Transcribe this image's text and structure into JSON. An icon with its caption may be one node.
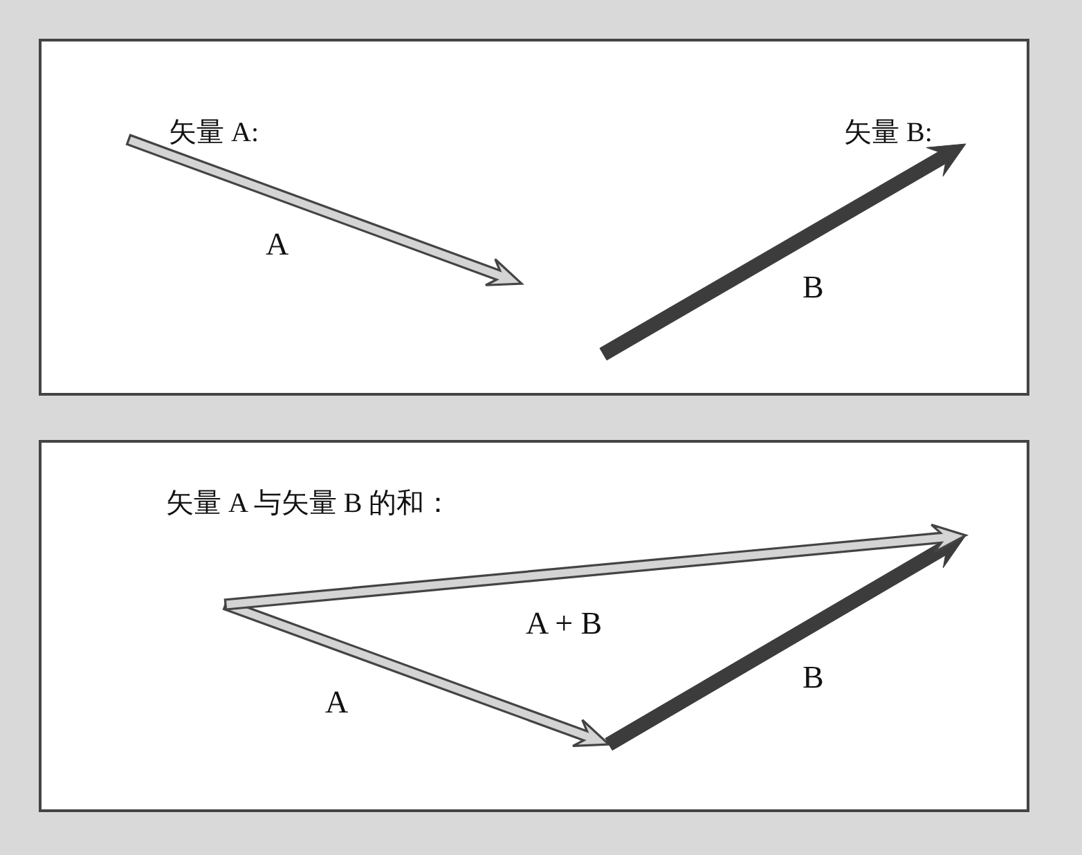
{
  "diagram": {
    "nodes": [
      {
        "text": [
          "矢量 A:",
          "矢量 B:"
        ]
      },
      {
        "text": [
          "矢量 A 与矢量 B 的和："
        ]
      }
    ],
    "labels": [
      "A",
      "B",
      "A + B",
      "A",
      "B"
    ]
  }
}
